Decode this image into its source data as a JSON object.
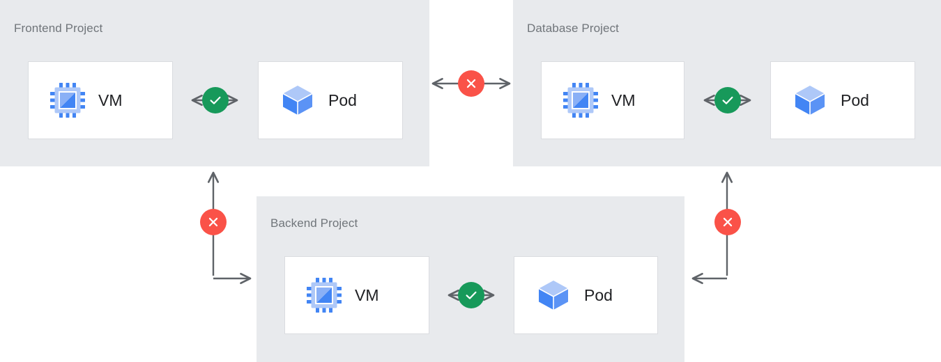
{
  "diagram": {
    "title_color": "#70757a",
    "panel_color": "#e8eaed",
    "card_border_color": "#dadce0",
    "connector_color": "#5f6368",
    "allowed_color": "#17995a",
    "blocked_color": "#fa5248",
    "vm_icon_color": "#4285f4",
    "pod_icon_color": "#4285f4"
  },
  "projects": [
    {
      "id": "frontend",
      "title": "Frontend Project",
      "resources": [
        {
          "label": "VM",
          "icon": "vm-chip-icon"
        },
        {
          "label": "Pod",
          "icon": "pod-cube-icon"
        }
      ],
      "internal_link": {
        "status": "allowed",
        "icon": "check-circle-icon"
      }
    },
    {
      "id": "database",
      "title": "Database Project",
      "resources": [
        {
          "label": "VM",
          "icon": "vm-chip-icon"
        },
        {
          "label": "Pod",
          "icon": "pod-cube-icon"
        }
      ],
      "internal_link": {
        "status": "allowed",
        "icon": "check-circle-icon"
      }
    },
    {
      "id": "backend",
      "title": "Backend Project",
      "resources": [
        {
          "label": "VM",
          "icon": "vm-chip-icon"
        },
        {
          "label": "Pod",
          "icon": "pod-cube-icon"
        }
      ],
      "internal_link": {
        "status": "allowed",
        "icon": "check-circle-icon"
      }
    }
  ],
  "cross_project_links": [
    {
      "id": "frontend-database",
      "status": "blocked",
      "icon": "x-circle-icon",
      "direction": "bidirectional"
    },
    {
      "id": "frontend-backend",
      "status": "blocked",
      "icon": "x-circle-icon",
      "direction": "bidirectional"
    },
    {
      "id": "database-backend",
      "status": "blocked",
      "icon": "x-circle-icon",
      "direction": "bidirectional"
    }
  ]
}
